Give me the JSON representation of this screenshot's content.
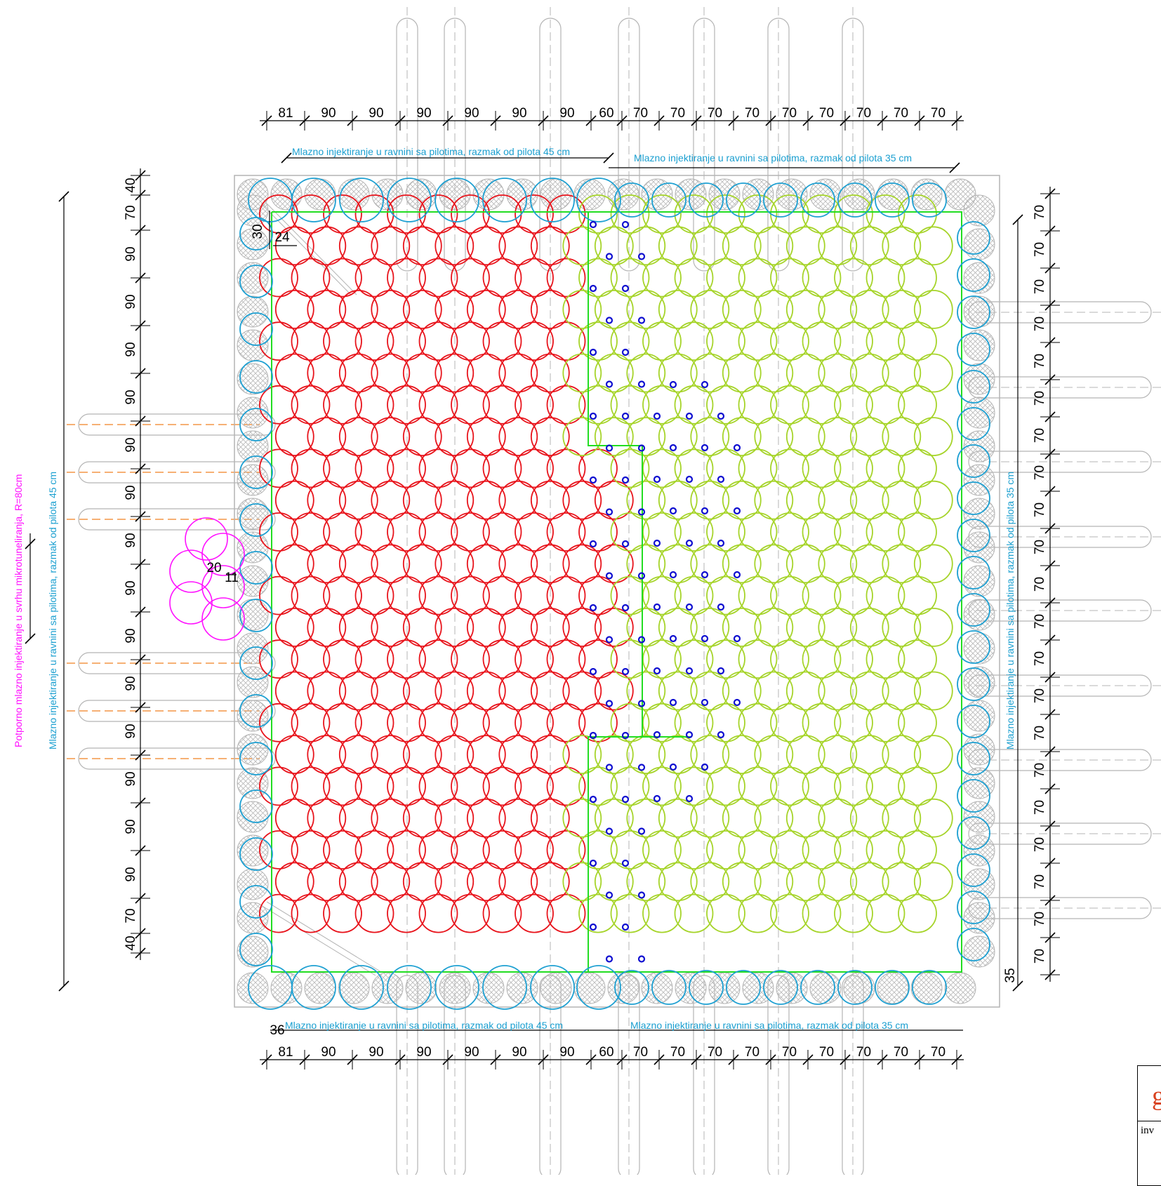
{
  "colors": {
    "perimeter_pile": "#1ea0d2",
    "zone_left": "#e8141c",
    "zone_right": "#a6d42a",
    "boundary": "#22dd22",
    "support": "#ff10ff",
    "holes": "#1010d0",
    "existing": "#b4b4b4",
    "dashed_orange": "#f08020",
    "note_blue": "#1a9fd0"
  },
  "annotations": {
    "top_left": "Mlazno injektiranje u ravnini sa pilotima, razmak od pilota 45 cm",
    "top_right": "Mlazno injektiranje u ravnini sa pilotima, razmak od pilota 35 cm",
    "bottom_left": "Mlazno injektiranje u ravnini sa pilotima, razmak od pilota 45 cm",
    "bottom_right": "Mlazno injektiranje u ravnini sa pilotima, razmak od pilota 35 cm",
    "left_vertical": "Mlazno injektiranje u ravnini sa pilotima, razmak od pilota 45 cm",
    "right_vertical": "Mlazno injektiranje u ravnini sa pilotima, razmak od pilota 35 cm",
    "support_vertical": "Potporno mlazno injektiranje u svrhu mikrotuneliranja, R=80cm"
  },
  "dimensions": {
    "top": [
      "81",
      "90",
      "90",
      "90",
      "90",
      "90",
      "90",
      "60",
      "70",
      "70",
      "70",
      "70",
      "70",
      "70",
      "70",
      "70",
      "70"
    ],
    "bottom": [
      "81",
      "90",
      "90",
      "90",
      "90",
      "90",
      "90",
      "60",
      "70",
      "70",
      "70",
      "70",
      "70",
      "70",
      "70",
      "70",
      "70"
    ],
    "left": [
      "40",
      "70",
      "90",
      "90",
      "90",
      "90",
      "90",
      "90",
      "90",
      "90",
      "90",
      "90",
      "90",
      "90",
      "90",
      "90",
      "70",
      "40"
    ],
    "right": [
      "70",
      "70",
      "70",
      "70",
      "70",
      "70",
      "70",
      "70",
      "70",
      "70",
      "70",
      "70",
      "70",
      "70",
      "70",
      "70",
      "70",
      "70",
      "70",
      "70",
      "70"
    ],
    "detail_30": "30",
    "detail_24": "24",
    "detail_20": "20",
    "detail_11": "11",
    "detail_36": "36",
    "detail_35": "35"
  },
  "title_block": {
    "logo": "g",
    "text": "inv"
  }
}
